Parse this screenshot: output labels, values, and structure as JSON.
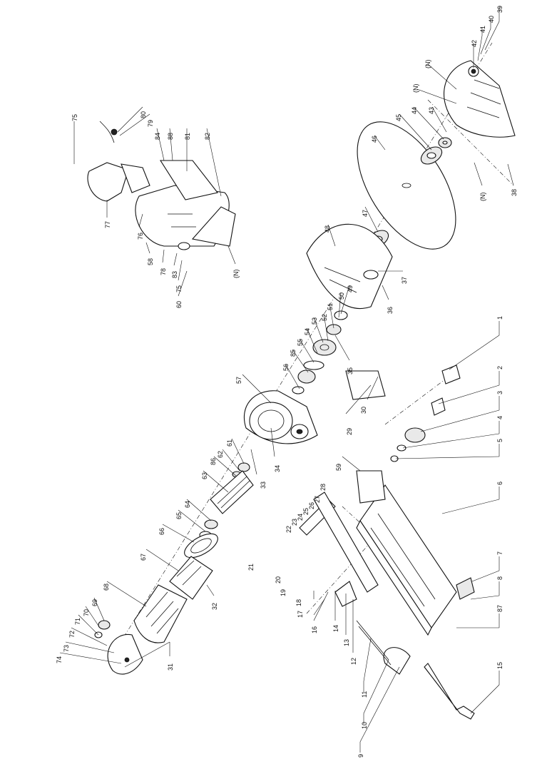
{
  "labels": [
    "1",
    "2",
    "3",
    "4",
    "5",
    "6",
    "7",
    "8",
    "9",
    "10",
    "11",
    "12",
    "13",
    "14",
    "15",
    "16",
    "17",
    "18",
    "19",
    "20",
    "21",
    "22",
    "23",
    "24",
    "25",
    "26",
    "27",
    "28",
    "29",
    "30",
    "31",
    "32",
    "33",
    "34",
    "35",
    "36",
    "37",
    "38",
    "39",
    "40",
    "41",
    "42",
    "43",
    "44",
    "45",
    "46",
    "47",
    "48",
    "49",
    "50",
    "51",
    "52",
    "53",
    "54",
    "55",
    "56",
    "57",
    "58",
    "59",
    "60",
    "61",
    "62",
    "63",
    "64",
    "65",
    "66",
    "67",
    "68",
    "69",
    "70",
    "71",
    "72",
    "73",
    "74",
    "75",
    "76",
    "77",
    "78",
    "79",
    "80",
    "81",
    "82",
    "83",
    "84",
    "85",
    "86",
    "87",
    "88",
    "(N)"
  ]
}
